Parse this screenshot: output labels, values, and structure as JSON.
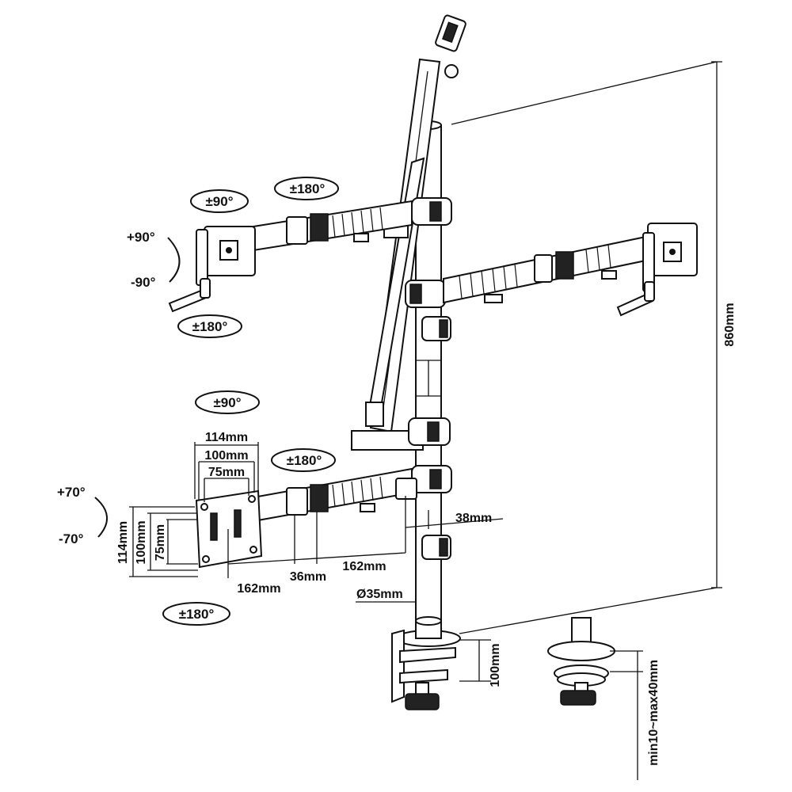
{
  "rotation_labels": {
    "top_left_tilt": "±90°",
    "top_left_swivel": "±180°",
    "top_left_pivot_up": "+90°",
    "top_left_pivot_down": "-90°",
    "top_left_rotate": "±180°",
    "bottom_tilt": "±90°",
    "bottom_swivel": "±180°",
    "bottom_pivot_up": "+70°",
    "bottom_pivot_down": "-70°",
    "bottom_rotate": "±180°"
  },
  "vesa": {
    "w_114": "114mm",
    "w_100": "100mm",
    "w_75": "75mm",
    "h_114": "114mm",
    "h_100": "100mm",
    "h_75": "75mm"
  },
  "arm_dims": {
    "seg1": "162mm",
    "seg2": "36mm",
    "seg3": "162mm",
    "clamp_width": "38mm",
    "pole_diameter": "Ø35mm"
  },
  "heights": {
    "total": "860mm",
    "clamp_plate": "100mm",
    "desk_thickness": "min10~max40mm"
  }
}
